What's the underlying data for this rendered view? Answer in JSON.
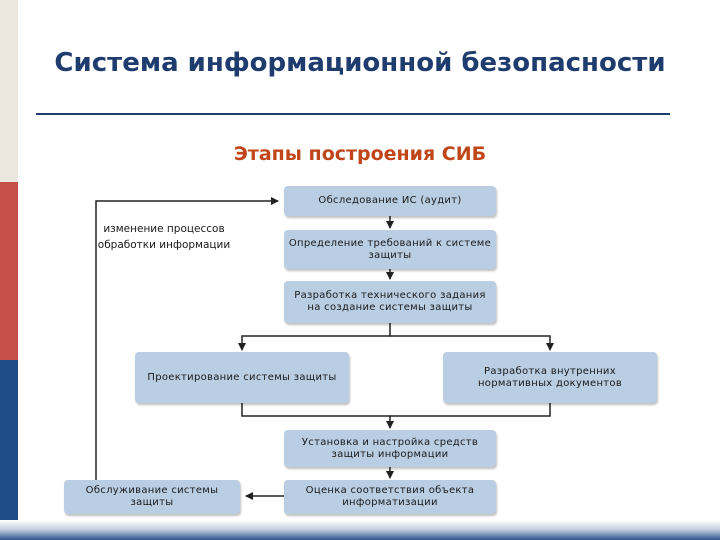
{
  "title": "Система информационной безопасности",
  "subtitle": "Этапы построения СИБ",
  "boxes": {
    "audit": "Обследование ИС (аудит)",
    "requirements": "Определение требований к системе защиты",
    "tech_spec": "Разработка технического задания на создание системы защиты",
    "design": "Проектирование системы защиты",
    "internal_docs": "Разработка внутренних нормативных документов",
    "install": "Установка и настройка средств защиты информации",
    "assessment": "Оценка соответствия объекта информатизации",
    "maintenance": "Обслуживание системы защиты"
  },
  "side_note": {
    "line1": "изменение процессов",
    "line2": "обработки информации"
  },
  "colors": {
    "title": "#1f3c6e",
    "subtitle": "#c0461a",
    "box_fill": "#b9cde3",
    "stripe_beige": "#ece8df",
    "stripe_red": "#c8504a",
    "stripe_blue": "#1f4b87"
  }
}
